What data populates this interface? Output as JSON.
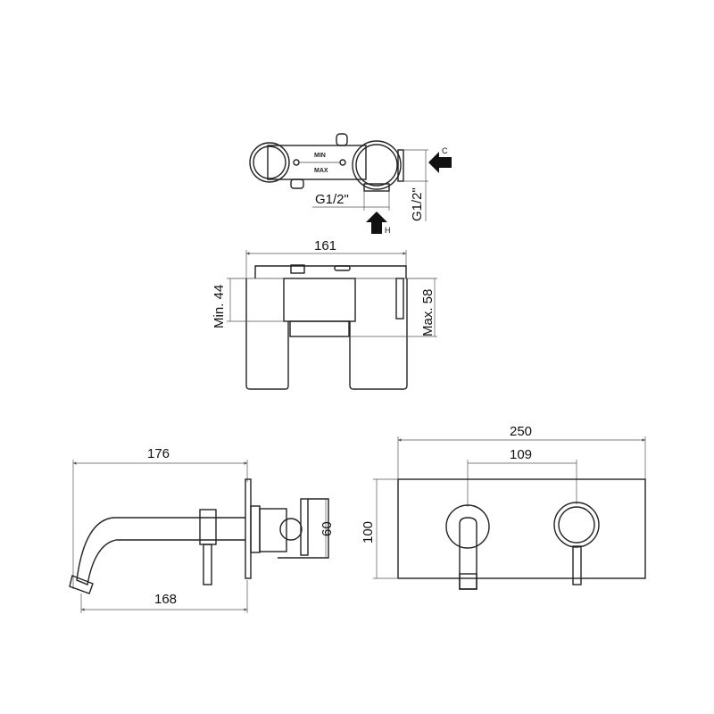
{
  "valve_top_view": {
    "min_label": "MIN",
    "max_label": "MAX",
    "thread_horizontal": "G1/2\"",
    "thread_vertical": "G1/2\"",
    "inlet_cold_label": "C",
    "inlet_hot_label": "H"
  },
  "valve_front_view": {
    "width": "161",
    "min_depth": "Min. 44",
    "max_depth": "Max. 58"
  },
  "side_view": {
    "total_length": "176",
    "spout_projection": "168",
    "body_height": "60"
  },
  "front_view": {
    "plate_width": "250",
    "center_distance": "109",
    "plate_height": "100"
  },
  "colors": {
    "line": "#222222",
    "background": "#ffffff"
  }
}
